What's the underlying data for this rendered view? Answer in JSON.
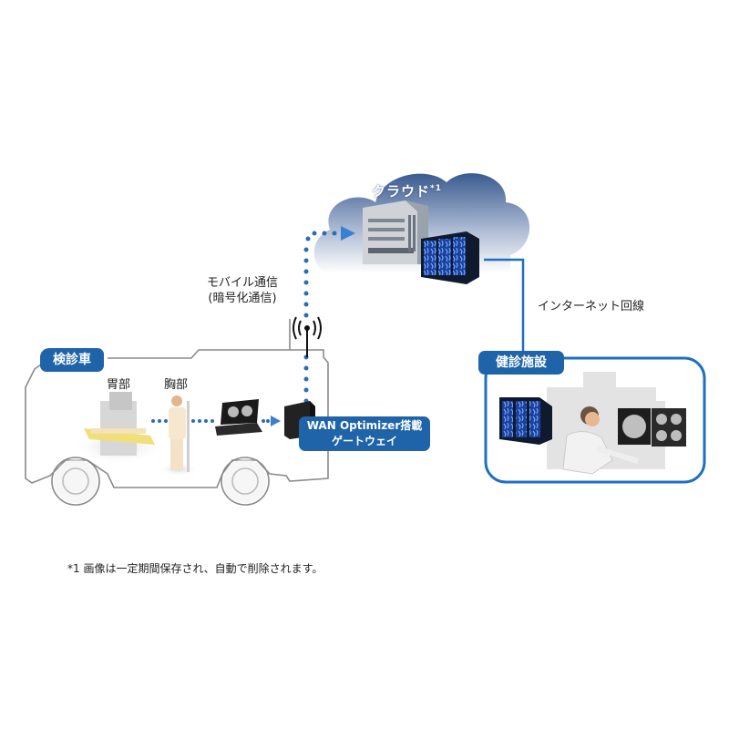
{
  "cloud": {
    "title": "クラウド",
    "footnote_mark": "*1"
  },
  "mobile_link": {
    "line1": "モバイル通信",
    "line2": "(暗号化通信)"
  },
  "internet_link": {
    "label": "インターネット回線"
  },
  "vehicle": {
    "tag": "検診車",
    "exam_stomach": "胃部",
    "exam_chest": "胸部",
    "gateway_line1": "WAN Optimizer搭載",
    "gateway_line2": "ゲートウェイ"
  },
  "facility": {
    "tag": "健診施設"
  },
  "footnote": "*1 画像は一定期間保存され、自動で削除されます。",
  "colors": {
    "accent": "#1f64a8",
    "link_line": "#1e6fc0",
    "dots": "#2a6db5",
    "outline": "#8a8a8a"
  }
}
